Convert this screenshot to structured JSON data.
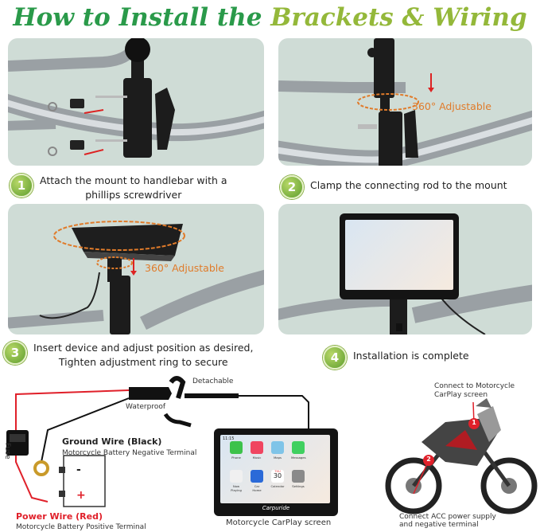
{
  "title": {
    "part1": "How to Install the ",
    "part2": "Brackets & Wiring"
  },
  "steps": [
    {
      "num": "1",
      "line1": "Attach the mount to handlebar with a",
      "line2": "phillips screwdriver"
    },
    {
      "num": "2",
      "line1": "Clamp the connecting rod to the mount"
    },
    {
      "num": "3",
      "line1": "Insert device and adjust  position as desired,",
      "line2": "Tighten adjustment ring  to secure"
    },
    {
      "num": "4",
      "line1": "Installation is complete"
    }
  ],
  "adjustable_label": "360° Adjustable",
  "wiring": {
    "detachable": "Detachable",
    "waterproof": "Waterproof",
    "fuse": "Fuse",
    "ground_title": "Ground Wire (Black)",
    "ground_sub": "Motorcycle Battery Negative Terminal",
    "power_title": "Power Wire (Red)",
    "power_sub": "Motorcycle Battery Positive Terminal",
    "minus": "-",
    "plus": "+",
    "screen_caption": "Motorcycle CarPlay screen",
    "connect_top": "Connect to Motorcycle\nCarPlay screen",
    "connect_bottom": "Connect ACC power supply\nand negative terminal",
    "marker1": "1",
    "marker2": "2"
  },
  "device": {
    "brand": "Carpuride",
    "time": "11:15",
    "apps": [
      "Phone",
      "Music",
      "Maps",
      "Messages",
      "Now Playing",
      "Car Home",
      "Calendar",
      "Settings"
    ],
    "calendar_day": "THU",
    "calendar_date": "30",
    "carhome_label": "CarHome"
  },
  "colors": {
    "green": "#2a9a4a",
    "lime": "#94b83a",
    "orange": "#e07b2a",
    "red": "#e0202a",
    "panel": "#cfdcd6"
  }
}
